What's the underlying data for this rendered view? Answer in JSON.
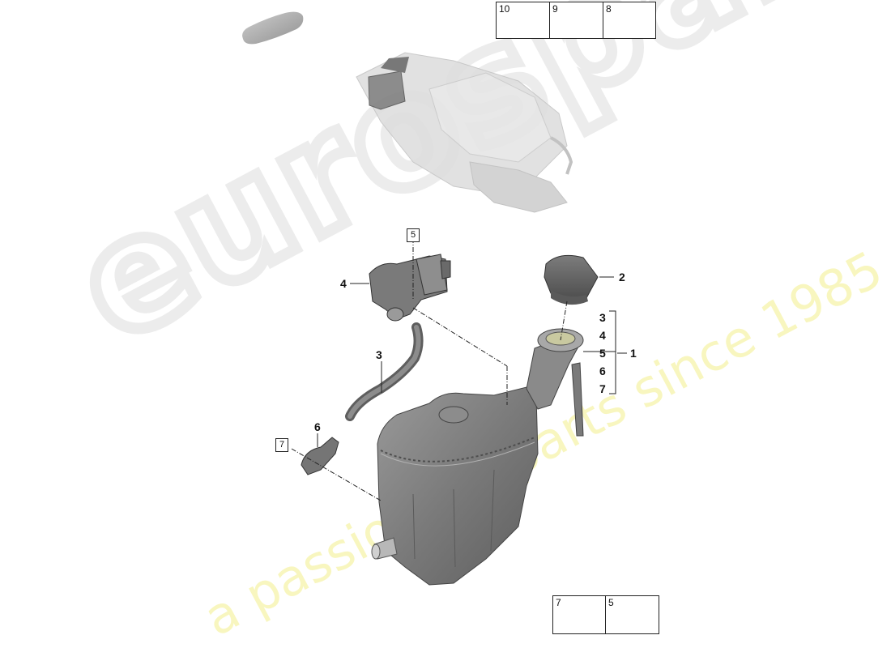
{
  "watermark": {
    "brand": "eurospares",
    "tagline": "a passion for parts since 1985",
    "brand_color": "#ebebeb",
    "tagline_color": "#f7f5b5"
  },
  "diagram": {
    "title_icon": "car-silhouette-icon",
    "overview_part": "engine-coolant-system-overview",
    "callouts": [
      {
        "id": "1",
        "label": "1",
        "part": "expansion-tank"
      },
      {
        "id": "2",
        "label": "2",
        "part": "filler-cap"
      },
      {
        "id": "3",
        "label": "3",
        "part": "coolant-hose"
      },
      {
        "id": "4",
        "label": "4",
        "part": "sensor-valve"
      },
      {
        "id": "5",
        "label": "5",
        "part": "screw"
      },
      {
        "id": "6",
        "label": "6",
        "part": "bracket"
      },
      {
        "id": "7",
        "label": "7",
        "part": "screw"
      }
    ],
    "bracket_group": {
      "items": [
        "3",
        "4",
        "5",
        "6",
        "7"
      ],
      "result": "1"
    },
    "boxed_refs": [
      {
        "label": "5"
      },
      {
        "label": "7"
      }
    ]
  },
  "legend_top": {
    "items": [
      {
        "num": "10",
        "icon": "coolant-canister-large-icon"
      },
      {
        "num": "9",
        "icon": "coolant-canister-medium-icon"
      },
      {
        "num": "8",
        "icon": "coolant-bottle-icon"
      }
    ]
  },
  "legend_bottom": {
    "items": [
      {
        "num": "7",
        "icon": "pan-head-screw-icon"
      },
      {
        "num": "5",
        "icon": "torx-screw-icon"
      }
    ]
  },
  "colors": {
    "part_dark": "#6e6e6e",
    "part_mid": "#8c8c8c",
    "part_light": "#b4b4b4",
    "overview": "#d8d8d8",
    "line": "#222222"
  }
}
